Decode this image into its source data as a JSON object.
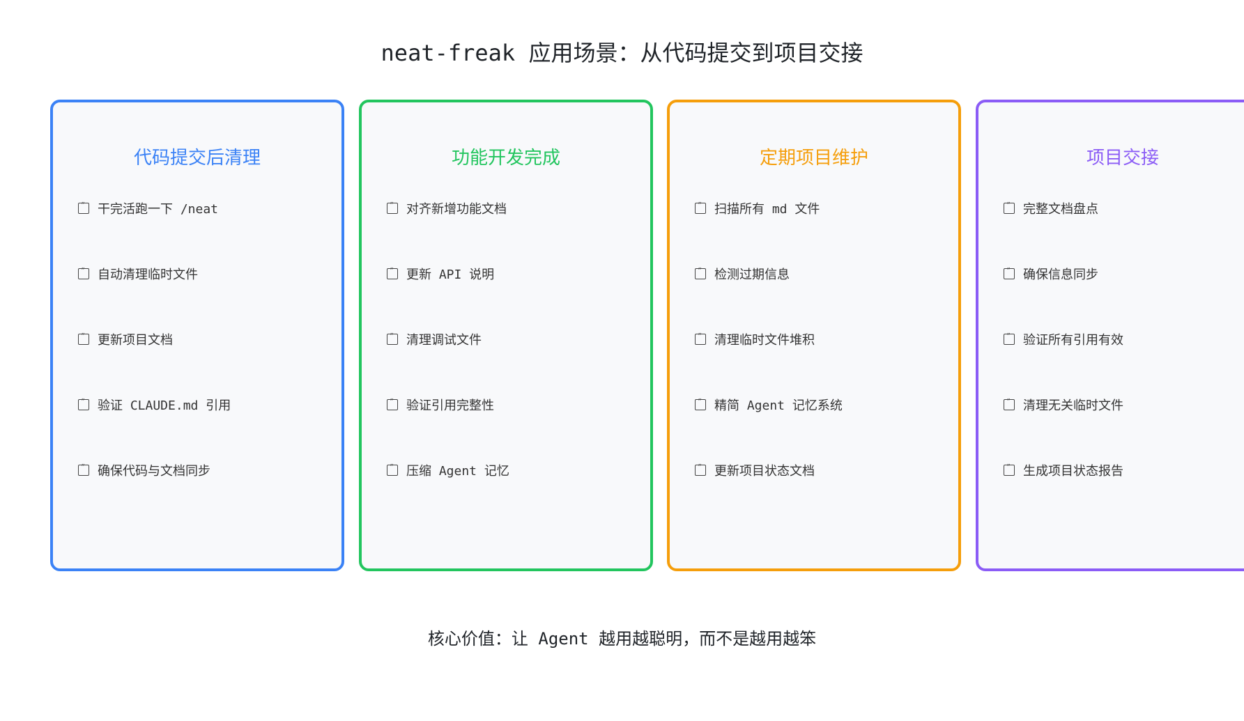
{
  "title": "neat-freak 应用场景：从代码提交到项目交接",
  "cards": [
    {
      "title": "代码提交后清理",
      "color": "#3b82f6",
      "items": [
        "干完活跑一下 /neat",
        "自动清理临时文件",
        "更新项目文档",
        "验证 CLAUDE.md 引用",
        "确保代码与文档同步"
      ]
    },
    {
      "title": "功能开发完成",
      "color": "#22c55e",
      "items": [
        "对齐新增功能文档",
        "更新 API 说明",
        "清理调试文件",
        "验证引用完整性",
        "压缩 Agent 记忆"
      ]
    },
    {
      "title": "定期项目维护",
      "color": "#f59e0b",
      "items": [
        "扫描所有 md 文件",
        "检测过期信息",
        "清理临时文件堆积",
        "精简 Agent 记忆系统",
        "更新项目状态文档"
      ]
    },
    {
      "title": "项目交接",
      "color": "#8b5cf6",
      "items": [
        "完整文档盘点",
        "确保信息同步",
        "验证所有引用有效",
        "清理无关临时文件",
        "生成项目状态报告"
      ]
    }
  ],
  "icons": {
    "item_icon": "quote-box-icon"
  },
  "footer": "核心价值：让 Agent 越用越聪明，而不是越用越笨"
}
